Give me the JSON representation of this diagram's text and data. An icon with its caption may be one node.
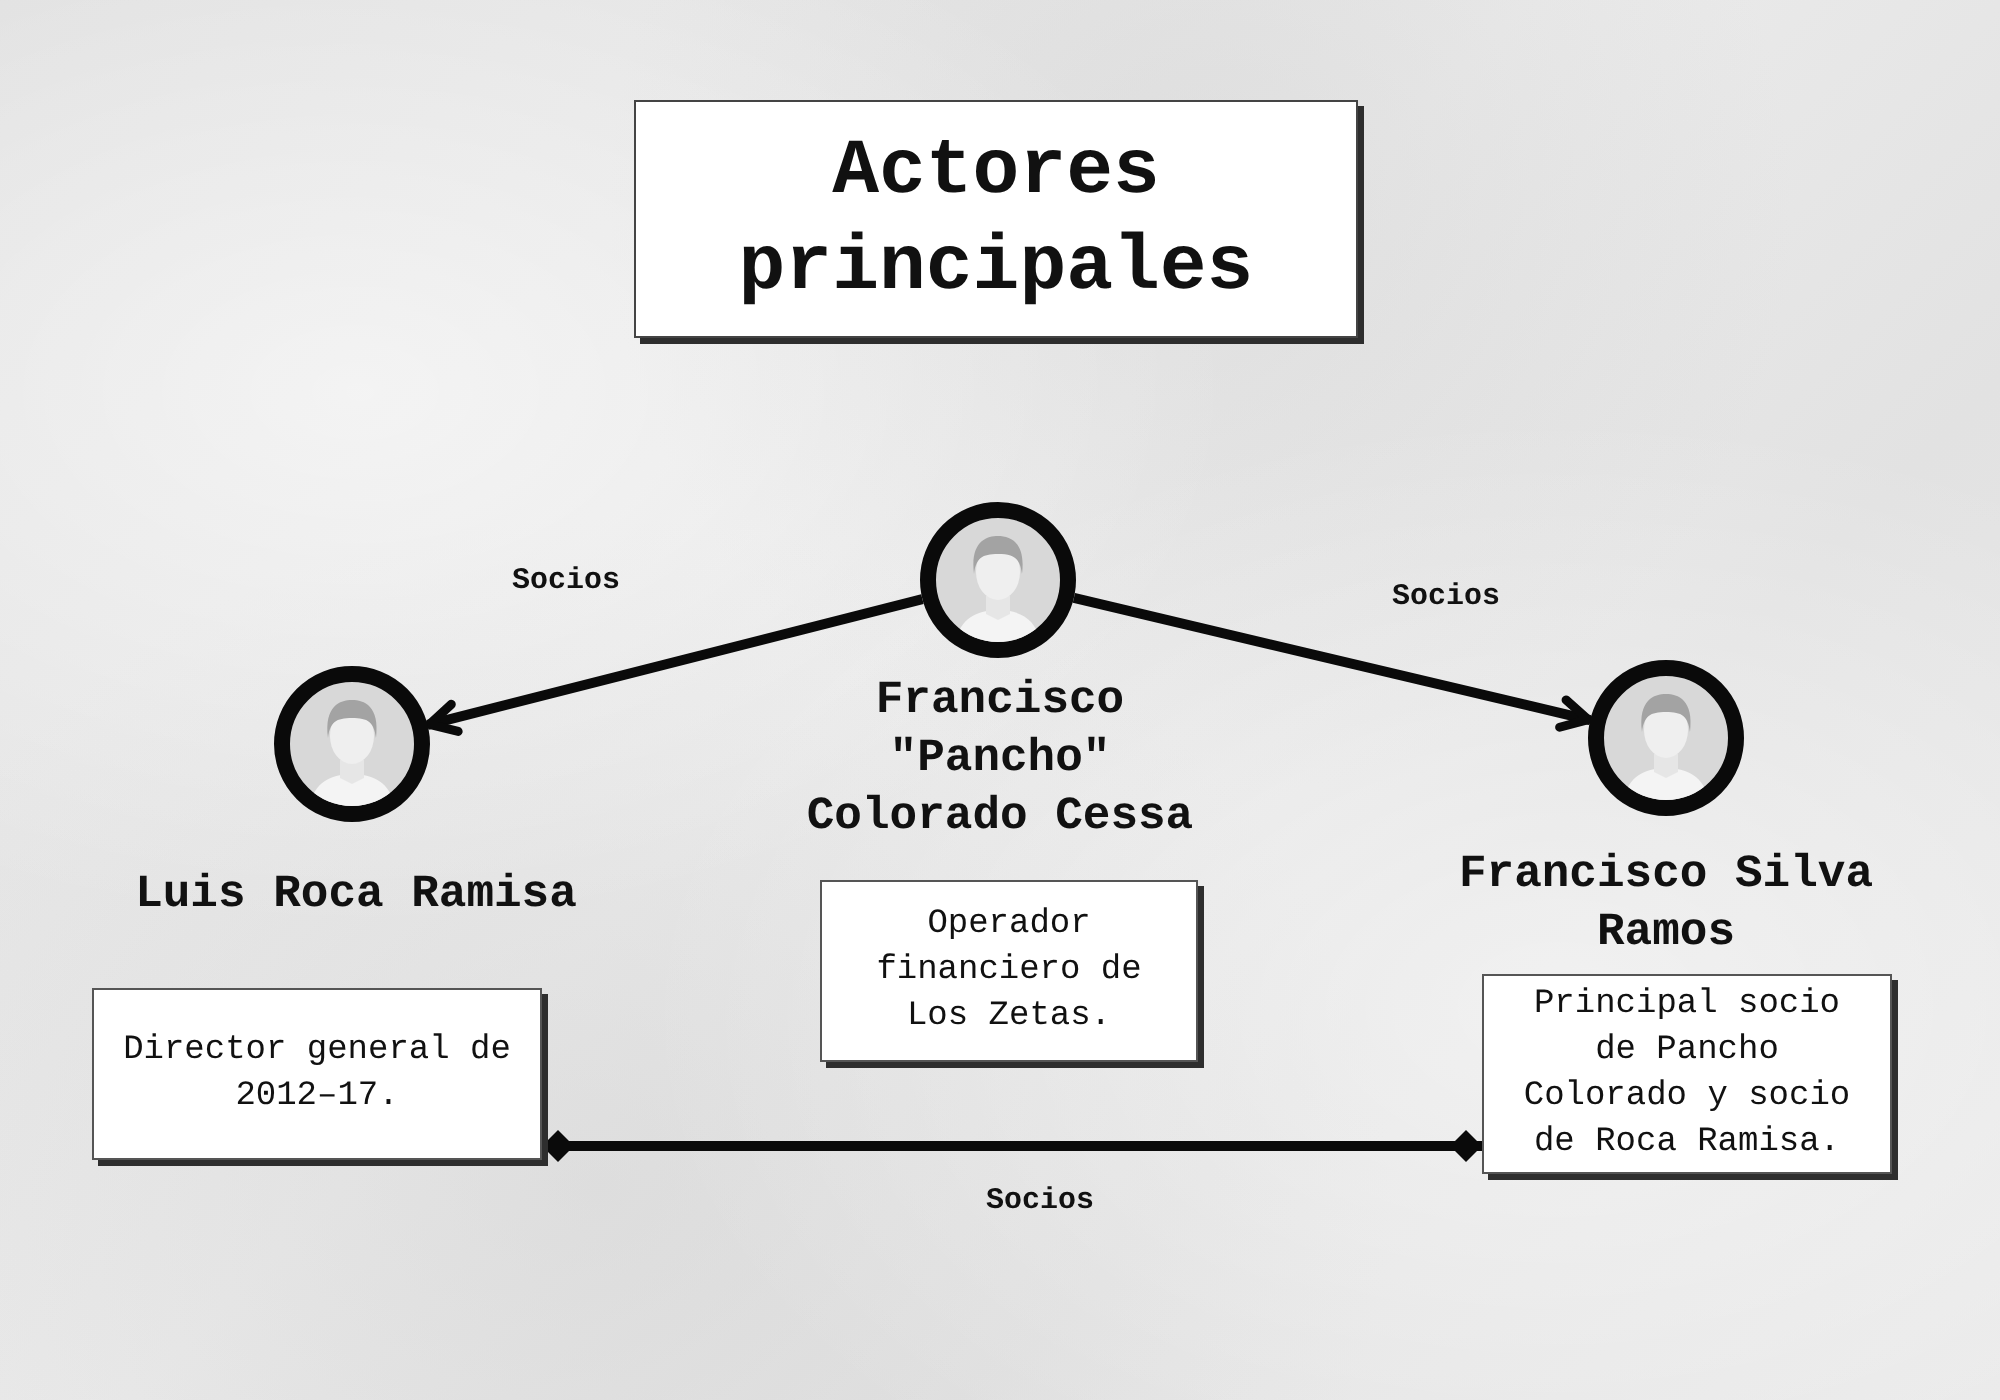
{
  "diagram": {
    "title": "Actores principales",
    "nodes": [
      {
        "text": [],
        "shape": "person",
        "beside": [
          "Francisco \"Pancho\" Colorado Cessa"
        ]
      },
      {
        "text": [],
        "shape": "person",
        "beside": [
          "Luis Roca Ramisa"
        ]
      },
      {
        "text": [],
        "shape": "person",
        "beside": [
          "Francisco Silva Ramos"
        ]
      },
      {
        "text": [
          "Operador financiero de Los Zetas."
        ]
      },
      {
        "text": [
          "Director general de 2012–17."
        ]
      },
      {
        "text": [
          "Principal socio de Pancho Colorado y socio de Roca Ramisa."
        ]
      }
    ],
    "edges": [
      {
        "from": 0,
        "to": 1,
        "arrow": "to",
        "label": "Socios"
      },
      {
        "from": 0,
        "to": 2,
        "arrow": "to",
        "label": "Socios"
      },
      {
        "from": 4,
        "to": 5,
        "arrow": "other",
        "label": "Socios"
      }
    ]
  }
}
